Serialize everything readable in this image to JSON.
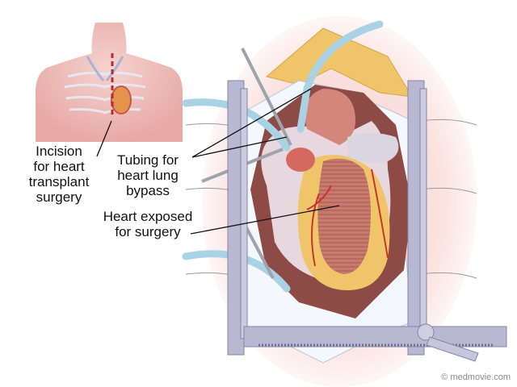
{
  "labels": {
    "incision": [
      "Incision",
      "for heart",
      "transplant",
      "surgery"
    ],
    "tubing": [
      "Tubing for",
      "heart lung",
      "bypass"
    ],
    "heart": [
      "Heart exposed",
      "for surgery"
    ]
  },
  "copyright": "© medmovie.com",
  "colors": {
    "skin": "#f2c9c4",
    "incision_line": "#c0272d",
    "retractor": "#b9b8d3",
    "tubing": "#bfe0ec",
    "heart_muscle": "#c77b6e",
    "fat": "#f0c56a",
    "cavity": "#8e4a44",
    "drape": "#ffffff"
  }
}
